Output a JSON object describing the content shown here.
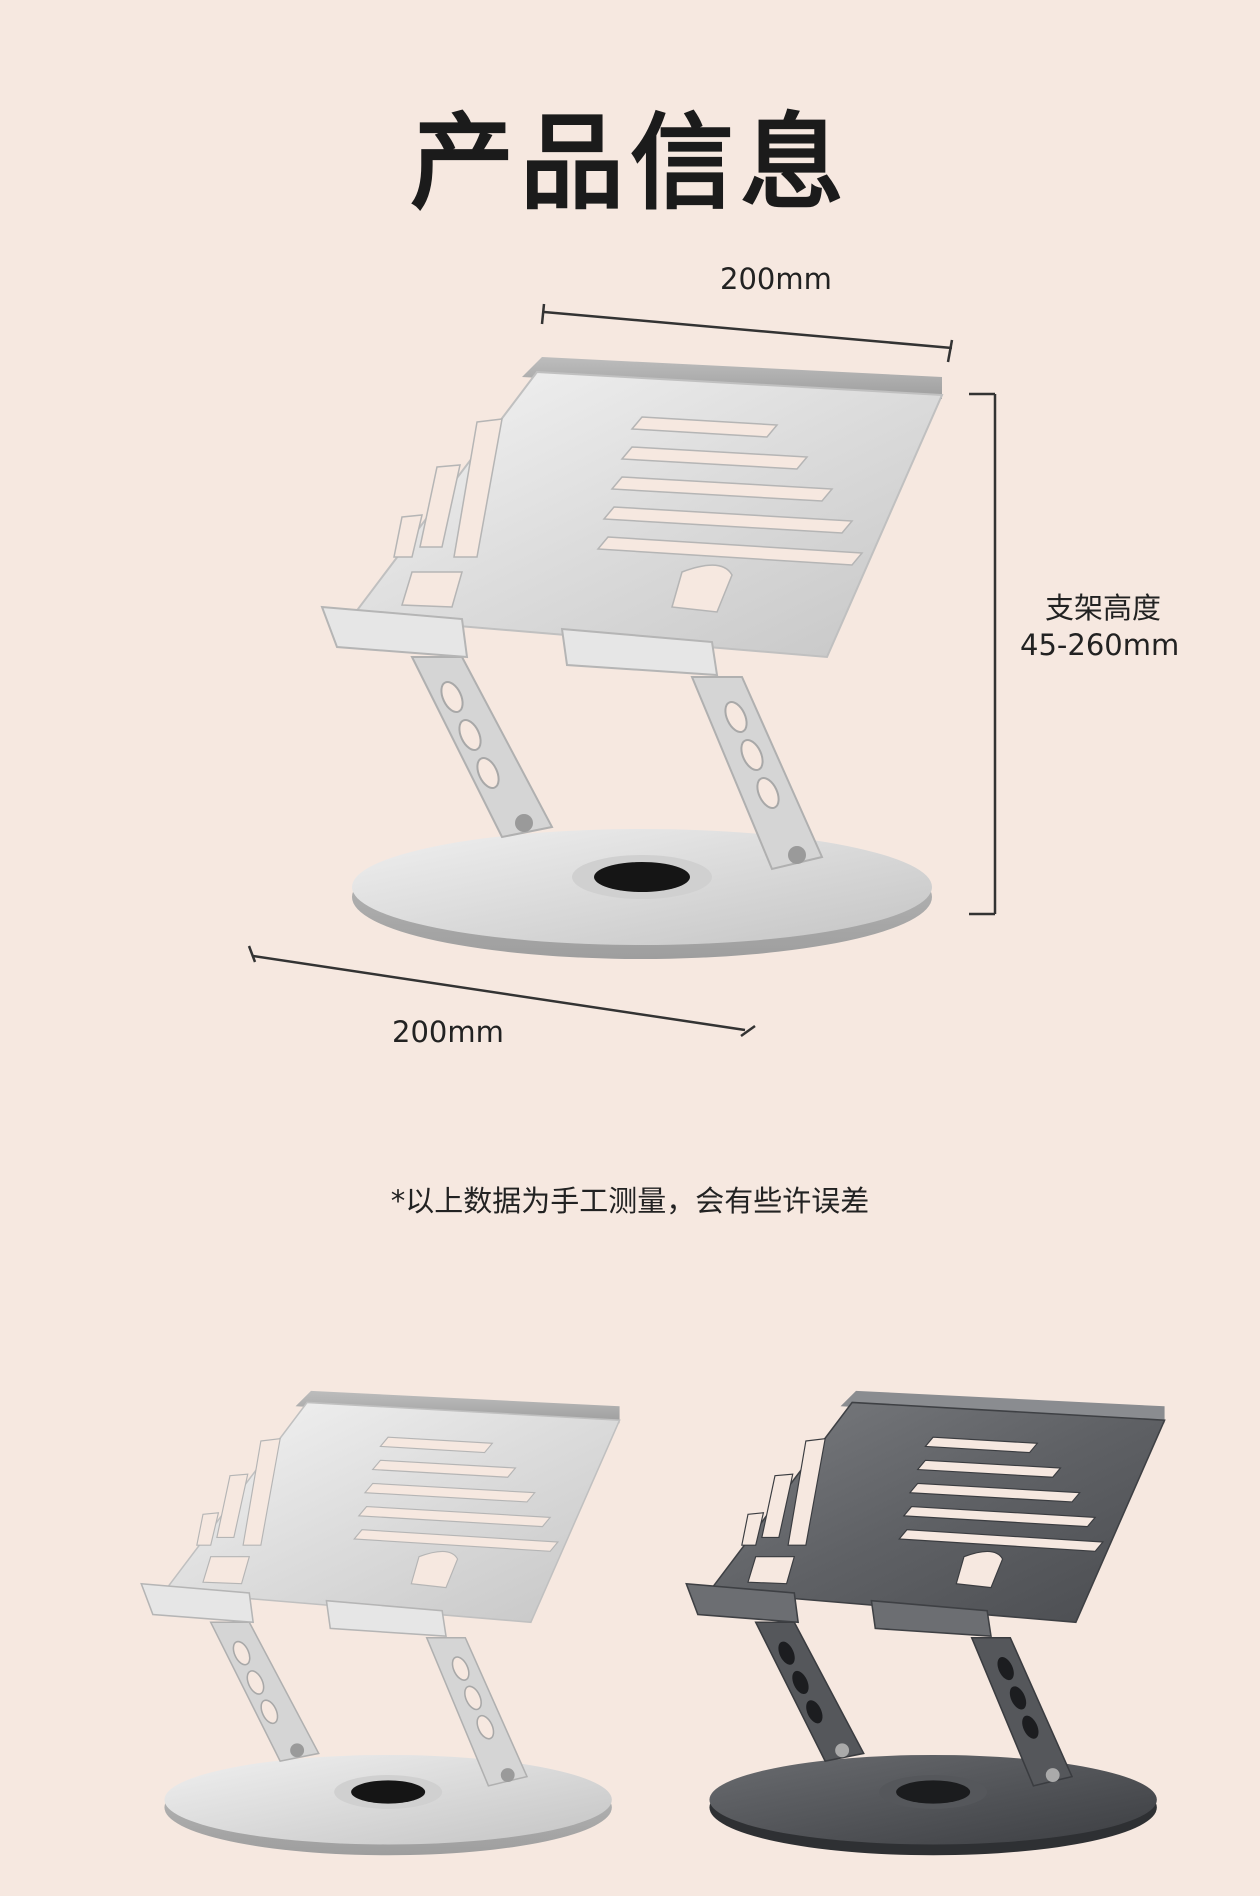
{
  "page": {
    "title": "产品信息",
    "dimensions": {
      "top_width": "200mm",
      "bottom_width": "200mm",
      "height_label": "支架高度",
      "height_range": "45-260mm"
    },
    "note": "*以上数据为手工测量，会有些许误差"
  },
  "colors": {
    "background": "#f6e8e0",
    "silver_variant": "#d9d9d9",
    "space_gray_variant": "#5a5c60"
  },
  "products": [
    {
      "variant": "silver",
      "icon": "laptop-stand-silver"
    },
    {
      "variant": "space-gray",
      "icon": "laptop-stand-gray"
    }
  ]
}
